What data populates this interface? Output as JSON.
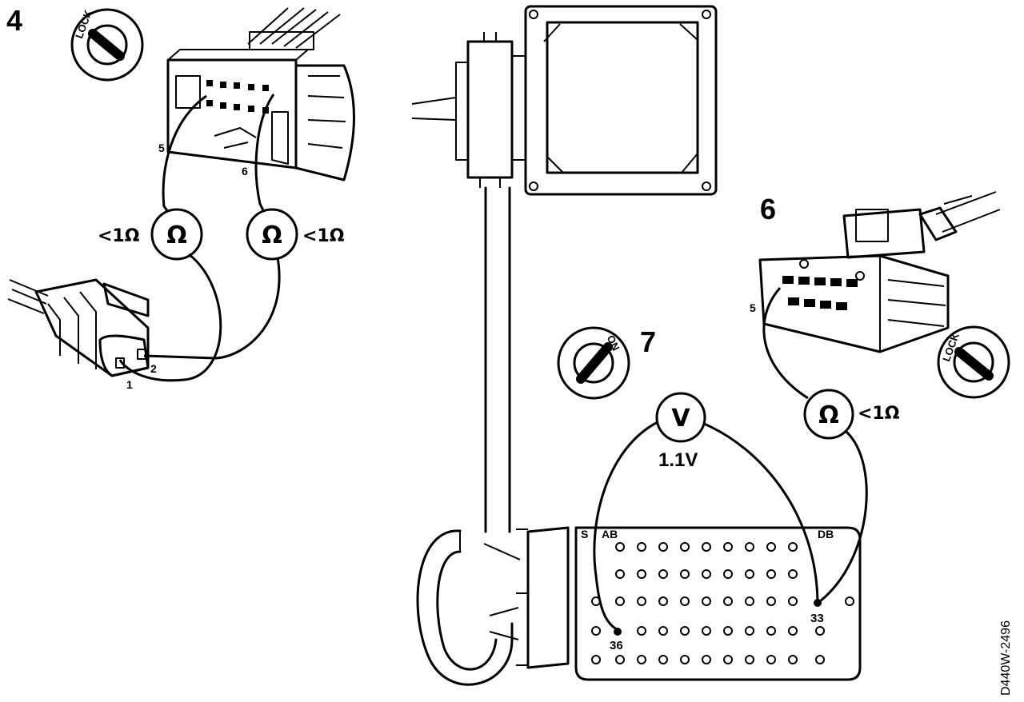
{
  "steps": {
    "s4": "4",
    "s6": "6",
    "s7": "7"
  },
  "step4": {
    "key_label": "LOCK",
    "pin_a": "5",
    "pin_b": "6",
    "meter_left_symbol": "Ω",
    "meter_left_value": "<1Ω",
    "meter_right_symbol": "Ω",
    "meter_right_value": "<1Ω",
    "sensor_pin_1": "1",
    "sensor_pin_2": "2"
  },
  "step6": {
    "key_label": "LOCK",
    "pin": "5",
    "meter_symbol": "Ω",
    "meter_value": "<1Ω"
  },
  "step7": {
    "key_label": "ON",
    "meter_symbol": "V",
    "meter_value": "1.1V",
    "box_label_left": "S",
    "box_label_ab": "AB",
    "box_label_db": "DB",
    "pin_36": "36",
    "pin_33": "33"
  },
  "reference": "D440W-2496"
}
